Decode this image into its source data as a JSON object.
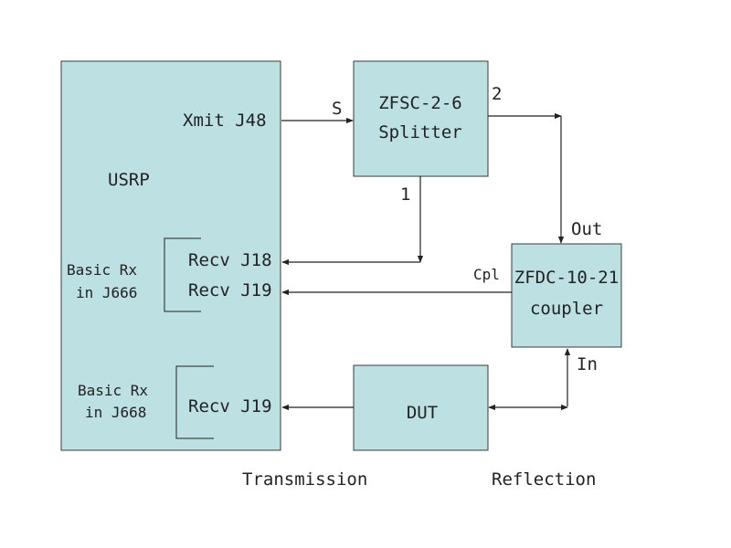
{
  "usrp": {
    "title": "USRP",
    "xmit_port": "Xmit J48",
    "recv_j18": "Recv J18",
    "recv_j19_upper": "Recv J19",
    "recv_j19_lower": "Recv J19",
    "rx_board_upper": [
      "Basic Rx",
      "in J666"
    ],
    "rx_board_lower": [
      "Basic Rx",
      "in J668"
    ]
  },
  "splitter": {
    "lines": [
      "ZFSC-2-6",
      "Splitter"
    ],
    "port_s": "S",
    "port_1": "1",
    "port_2": "2"
  },
  "coupler": {
    "lines": [
      "ZFDC-10-21",
      "coupler"
    ],
    "port_out": "Out",
    "port_cpl": "Cpl",
    "port_in": "In"
  },
  "dut": {
    "label": "DUT"
  },
  "captions": {
    "transmission": "Transmission",
    "reflection": "Reflection"
  },
  "colors": {
    "box_fill": "#bde0e3",
    "line": "#222222"
  }
}
